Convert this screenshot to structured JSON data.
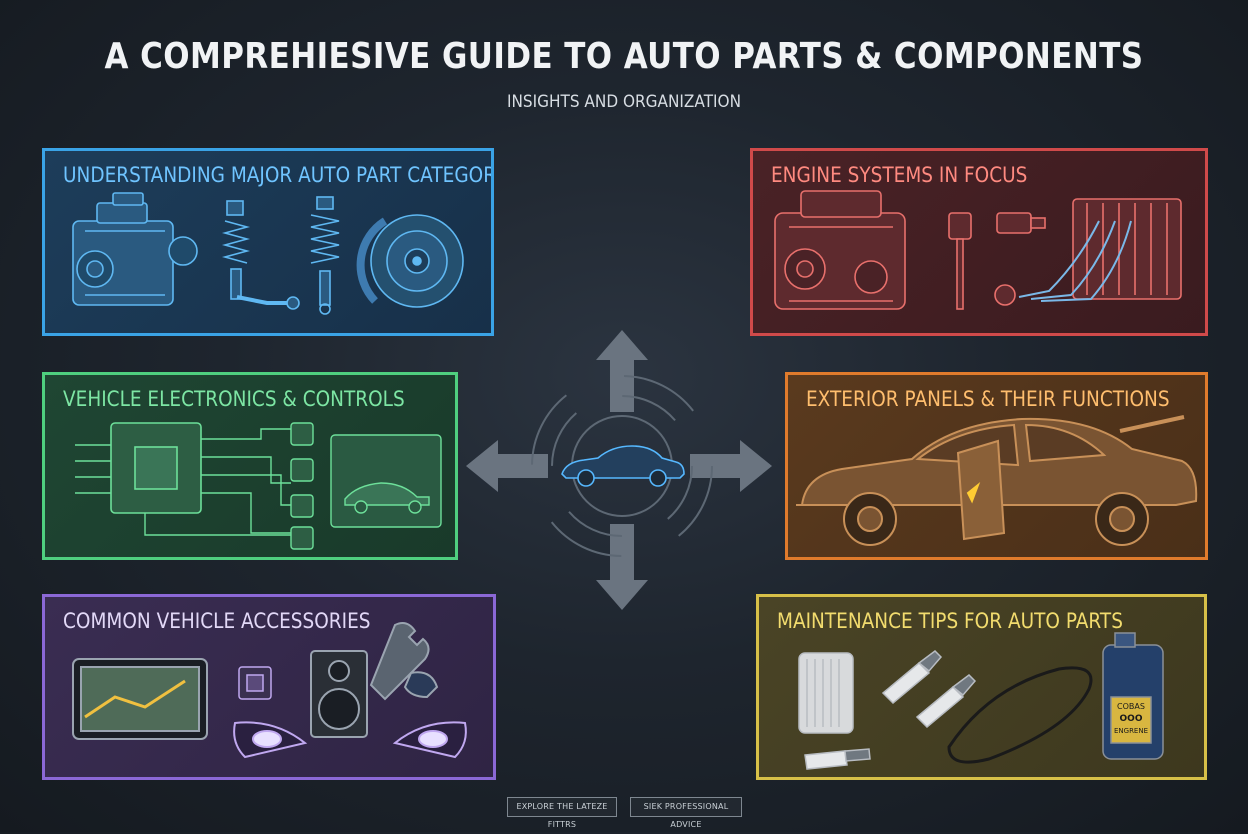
{
  "header": {
    "title": "A COMPREHIESIVE GUIDE TO AUTO PARTS & COMPONENTS",
    "subtitle": "INSIGHTS AND ORGANIZATION"
  },
  "panels": {
    "categories": {
      "title": "UNDERSTANDING MAJOR AUTO PART CATEGORIES",
      "color": "#3aa3e6"
    },
    "engine": {
      "title": "ENGINE SYSTEMS IN FOCUS",
      "color": "#d04a4a"
    },
    "electronics": {
      "title": "VEHICLE ELECTRONICS & CONTROLS",
      "color": "#4fcf7f"
    },
    "exterior": {
      "title": "EXTERIOR PANELS & THEIR FUNCTIONS",
      "color": "#e07b2c"
    },
    "accessories": {
      "title": "COMMON VEHICLE ACCESSORIES",
      "color": "#8b68d6"
    },
    "maintenance": {
      "title": "MAINTENANCE TIPS FOR AUTO PARTS",
      "color": "#d7c048",
      "oil_label_1": "COBAS",
      "oil_label_2": "OOO",
      "oil_label_3": "ENGRENE"
    }
  },
  "footer": {
    "button_1": "EXPLORE THE LATEZE FITTRS",
    "button_2": "SIEK PROFESSIONAL ADVICE"
  }
}
